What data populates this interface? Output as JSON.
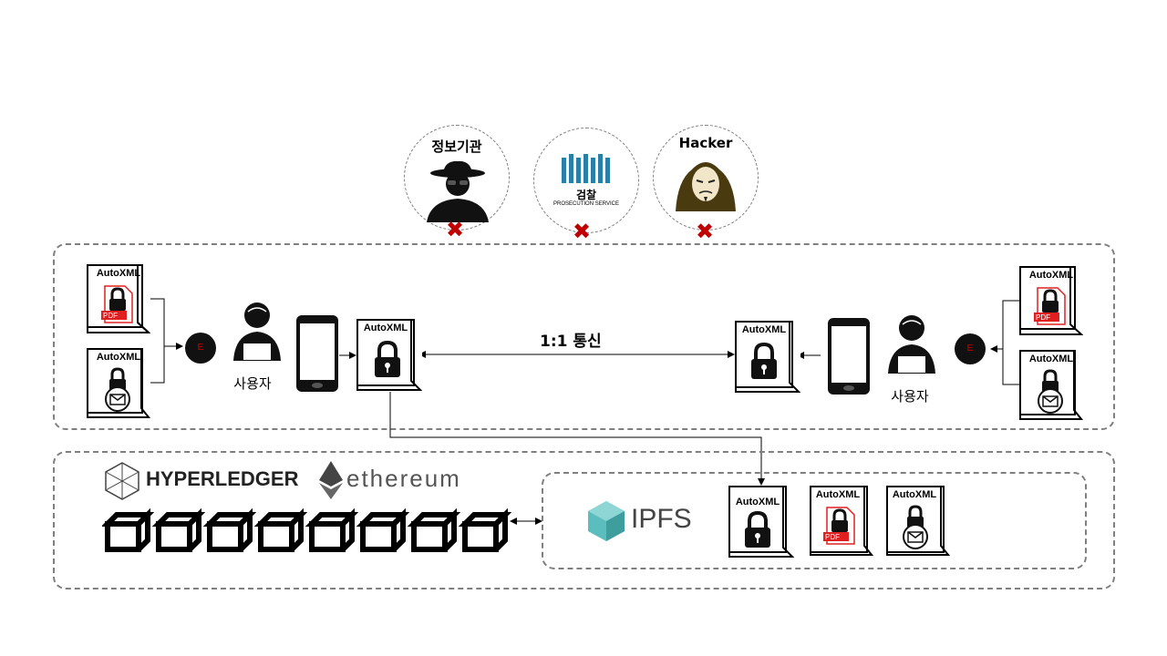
{
  "threats": [
    {
      "label": "정보기관",
      "icon": "spy-icon"
    },
    {
      "label": "검찰",
      "sub": "PROSECUTION SERVICE",
      "icon": "prosecution-logo"
    },
    {
      "label": "Hacker",
      "icon": "hacker-mask-icon"
    }
  ],
  "doc_label": "AutoXML",
  "pdf_label": "PDF",
  "encrypt_label": "E",
  "user_label": "사용자",
  "comm_label": "1:1 통신",
  "brands": {
    "hyperledger": "HYPERLEDGER",
    "ethereum": "ethereum",
    "ipfs": "IPFS"
  },
  "colors": {
    "cross": "#c00000",
    "pdf": "#e02020",
    "ipfs": "#5bbdbd",
    "prosecution": "#2a7fa8"
  }
}
